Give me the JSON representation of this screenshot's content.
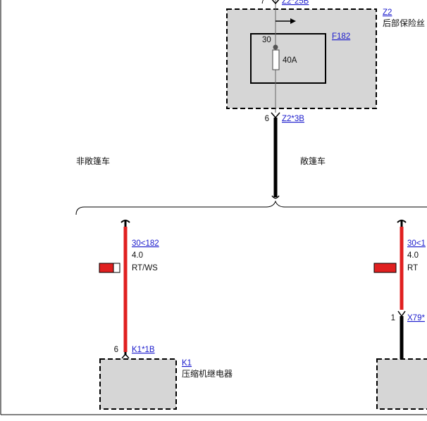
{
  "colors": {
    "link": "#1a1acc",
    "wire_red": "#e02020",
    "wire_black": "#000000",
    "box_fill": "#d6d6d6"
  },
  "top": {
    "top_pin": "7",
    "top_conn": "Z2*25B",
    "z2_link": "Z2",
    "z2_name": "后部保险丝",
    "fuse_link": "F182",
    "fuse_pin": "30",
    "fuse_rating": "40A",
    "out_pin": "6",
    "out_conn": "Z2*3B"
  },
  "branches": {
    "left_label": "非敞篷车",
    "right_label": "敞篷车"
  },
  "left": {
    "wire_ref": "30<182",
    "gauge": "4.0",
    "color_code": "RT/WS",
    "pin": "6",
    "conn": "K1*1B",
    "comp_link": "K1",
    "comp_name": "压缩机继电器"
  },
  "right": {
    "wire_ref": "30<1",
    "gauge": "4.0",
    "color_code": "RT",
    "pin": "1",
    "conn": "X79*"
  }
}
